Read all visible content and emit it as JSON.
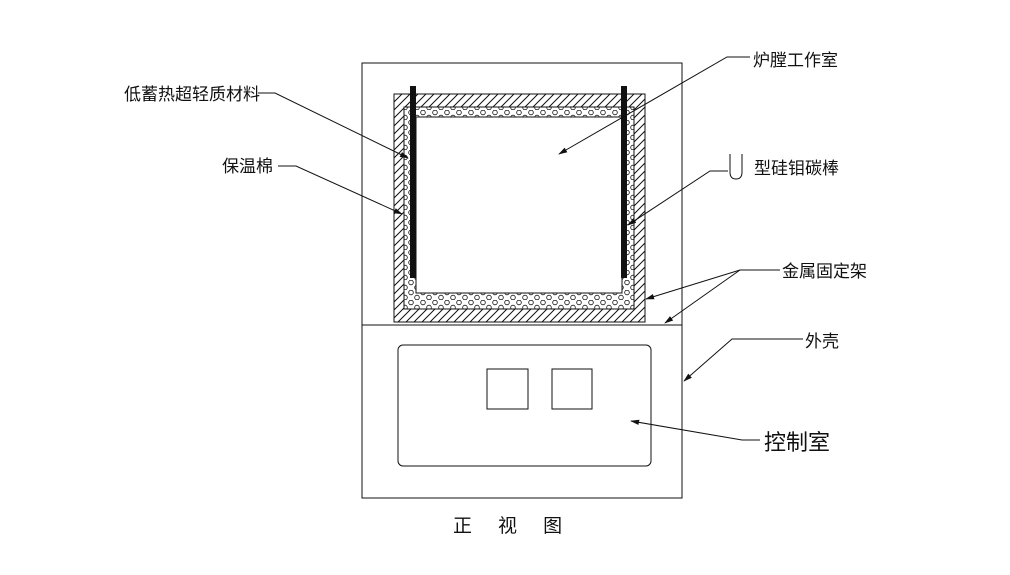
{
  "labels": {
    "low_heat_light_material": "低蓄热超轻质材料",
    "insulation_cotton": "保温棉",
    "furnace_chamber": "炉膛工作室",
    "u_prefix": "U",
    "u_rod": "型硅钼碳棒",
    "metal_frame": "金属固定架",
    "outer_shell": "外壳",
    "control_room": "控制室",
    "view_title": "正 视 图"
  }
}
